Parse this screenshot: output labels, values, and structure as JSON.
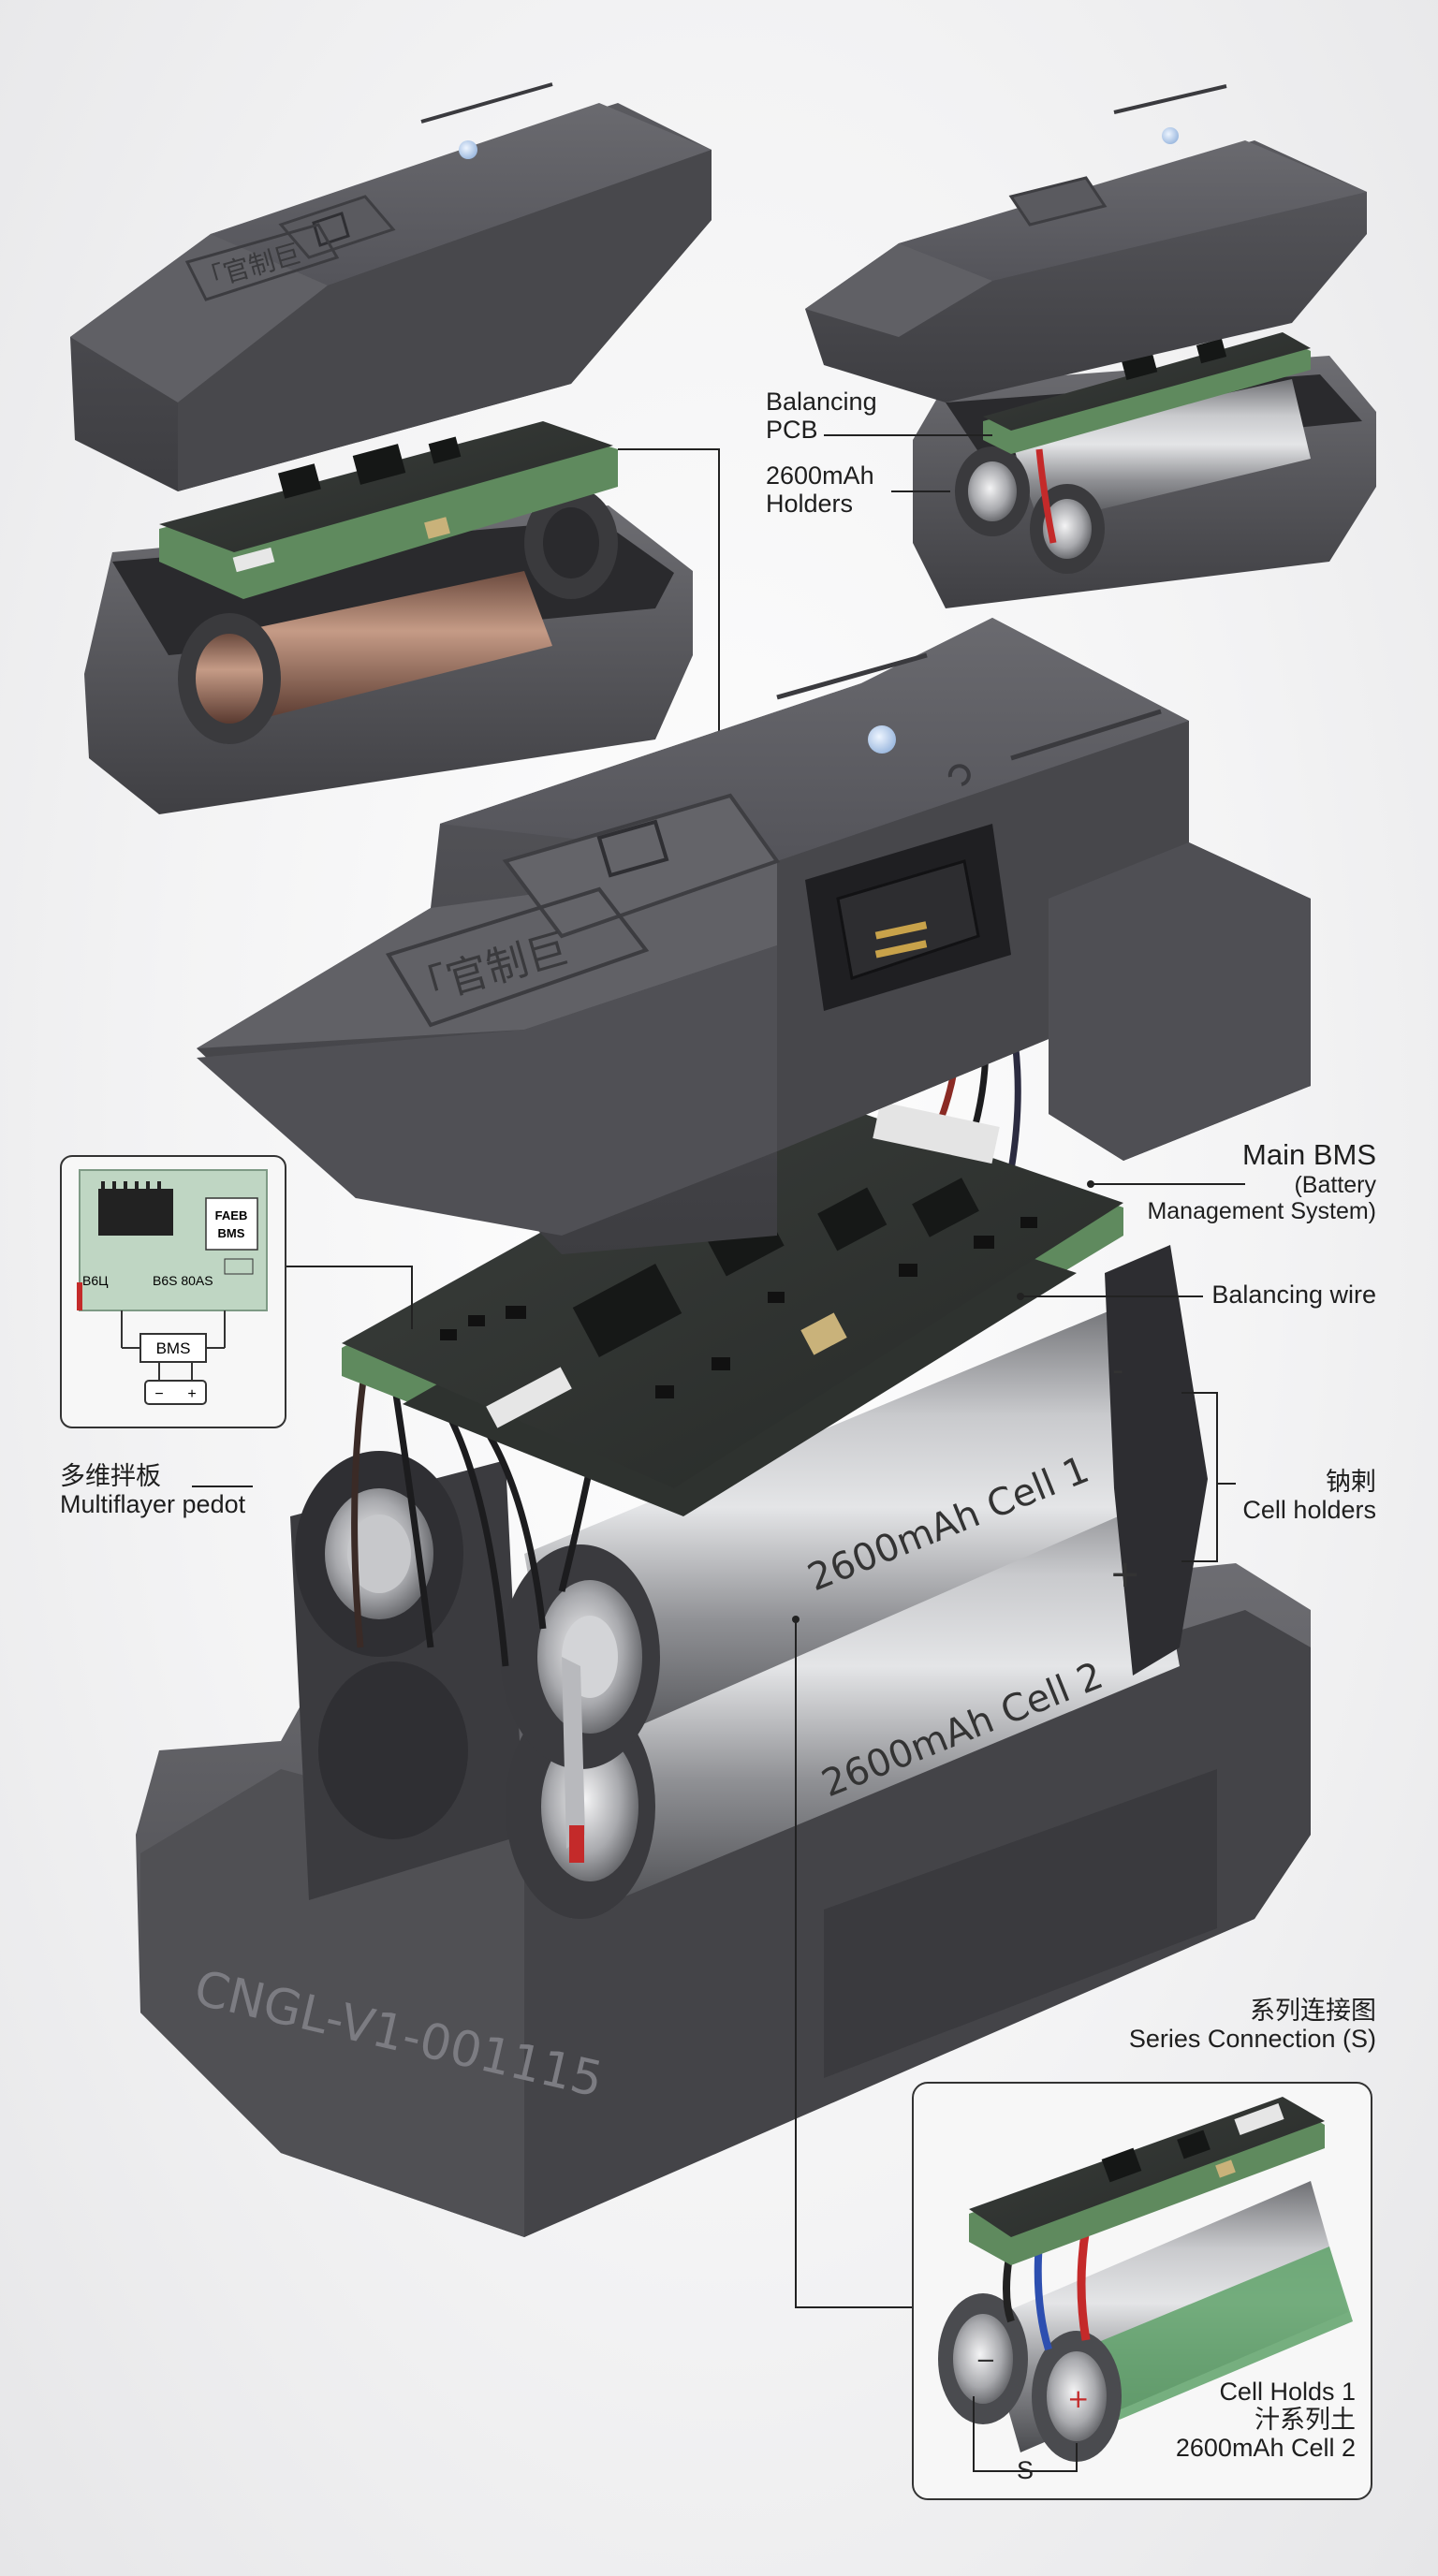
{
  "top_left_lid": {
    "lid_marking": "「官制巨"
  },
  "top_right_labels": {
    "balancing_pcb": [
      "Balancing",
      "PCB"
    ],
    "holders": [
      "2600mAh",
      "Holders"
    ]
  },
  "main_case": {
    "lid_marking": "「官制巨",
    "serial_number": "CNGL-V1-001115"
  },
  "callouts": {
    "main_bms": {
      "title": "Main BMS",
      "sub": [
        "(Battery",
        "Management System)"
      ]
    },
    "balancing_wire": "Balancing wire",
    "cell_holders": {
      "cn": "钠剌",
      "en": "Cell holders"
    },
    "multilayer": {
      "cn": "多维拌板",
      "en": "Multiflayer pedot"
    }
  },
  "cells": {
    "cell1": "2600mAh Cell 1",
    "cell2": "2600mAh Cell 2",
    "plus": "+",
    "minus": "-"
  },
  "schematic_inset": {
    "chip_left": "B6Ц",
    "chip_mid": "B6S 80AS",
    "chip_right": "FAEB",
    "chip_right2": "BMS",
    "bms": "BMS",
    "minus": "−",
    "plus": "+"
  },
  "series_inset": {
    "title_cn": "系列连接图",
    "title_en": "Series Connection (S)",
    "cell_holds": "Cell Holds 1",
    "cn_line": "汁系列土",
    "cell2": "2600mAh Cell 2",
    "s_label": "S",
    "minus": "−",
    "plus": "+"
  },
  "colors": {
    "case_dark": "#4c4c4f",
    "case_mid": "#5d5d61",
    "case_light": "#707075",
    "pcb_green": "#5f8a5e",
    "led": "#b9d2ef",
    "cell_metal": "#9a9b9f",
    "wire_red": "#c42a2a",
    "wire_blue": "#2d4fb0",
    "inset_bg": "#f7f7f7",
    "schematic_bg": "#bfd6c3"
  }
}
